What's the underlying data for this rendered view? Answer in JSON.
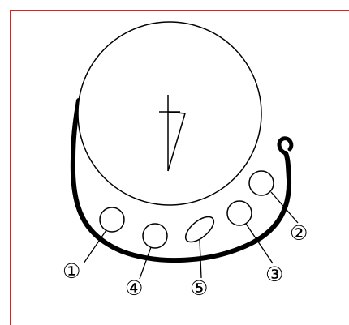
{
  "diagram": {
    "border_color": "#e02020",
    "stroke_color": "#000000",
    "background": "#ffffff",
    "callouts": [
      {
        "id": "1",
        "label": "①"
      },
      {
        "id": "2",
        "label": "②"
      },
      {
        "id": "3",
        "label": "③"
      },
      {
        "id": "4",
        "label": "④"
      },
      {
        "id": "5",
        "label": "⑤"
      }
    ]
  }
}
